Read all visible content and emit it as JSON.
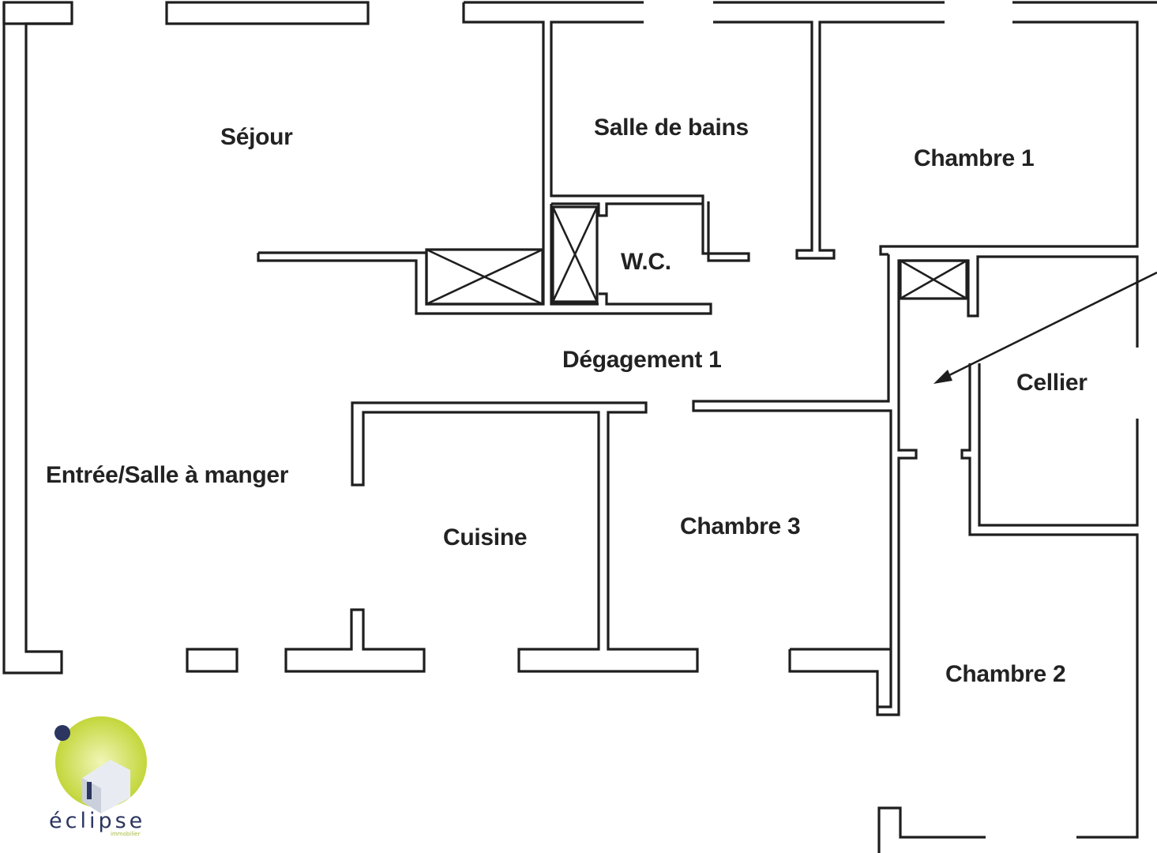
{
  "plan": {
    "rooms": {
      "sejour": "Séjour",
      "salle_de_bains": "Salle de bains",
      "chambre_1": "Chambre 1",
      "wc": "W.C.",
      "degagement_1": "Dégagement 1",
      "cellier": "Cellier",
      "entree_salle_a_manger": "Entrée/Salle à manger",
      "cuisine": "Cuisine",
      "chambre_3": "Chambre 3",
      "chambre_2": "Chambre 2"
    },
    "wall_color": "#1e1e1e",
    "label_color": "#222222"
  },
  "logo": {
    "name": "éclipse",
    "tagline": "immobilier",
    "colors": {
      "green": "#c3d63a",
      "navy": "#2b3560",
      "cube": "#e8ecf2"
    }
  }
}
